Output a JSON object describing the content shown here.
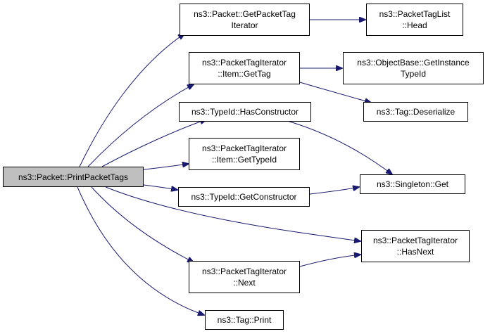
{
  "colors": {
    "edge": "#191970",
    "node_border": "#000000",
    "node_fill": "#ffffff",
    "root_fill": "#bfbfbf"
  },
  "nodes": {
    "print_packet_tags": [
      "ns3::Packet::PrintPacketTags"
    ],
    "get_packet_tag_iterator": [
      "ns3::Packet::GetPacketTag",
      "Iterator"
    ],
    "packet_tag_list_head": [
      "ns3::PacketTagList",
      "::Head"
    ],
    "item_get_tag": [
      "ns3::PacketTagIterator",
      "::Item::GetTag"
    ],
    "object_base_get_instance_type_id": [
      "ns3::ObjectBase::GetInstance",
      "TypeId"
    ],
    "tag_deserialize": [
      "ns3::Tag::Deserialize"
    ],
    "type_id_has_constructor": [
      "ns3::TypeId::HasConstructor"
    ],
    "item_get_type_id": [
      "ns3::PacketTagIterator",
      "::Item::GetTypeId"
    ],
    "singleton_get": [
      "ns3::Singleton::Get"
    ],
    "type_id_get_constructor": [
      "ns3::TypeId::GetConstructor"
    ],
    "has_next": [
      "ns3::PacketTagIterator",
      "::HasNext"
    ],
    "next": [
      "ns3::PacketTagIterator",
      "::Next"
    ],
    "tag_print": [
      "ns3::Tag::Print"
    ]
  },
  "edges": [
    [
      "print_packet_tags",
      "get_packet_tag_iterator"
    ],
    [
      "print_packet_tags",
      "item_get_tag"
    ],
    [
      "print_packet_tags",
      "type_id_has_constructor"
    ],
    [
      "print_packet_tags",
      "item_get_type_id"
    ],
    [
      "print_packet_tags",
      "type_id_get_constructor"
    ],
    [
      "print_packet_tags",
      "has_next"
    ],
    [
      "print_packet_tags",
      "next"
    ],
    [
      "print_packet_tags",
      "tag_print"
    ],
    [
      "get_packet_tag_iterator",
      "packet_tag_list_head"
    ],
    [
      "item_get_tag",
      "object_base_get_instance_type_id"
    ],
    [
      "item_get_tag",
      "tag_deserialize"
    ],
    [
      "type_id_has_constructor",
      "singleton_get"
    ],
    [
      "type_id_get_constructor",
      "singleton_get"
    ],
    [
      "next",
      "has_next"
    ]
  ]
}
